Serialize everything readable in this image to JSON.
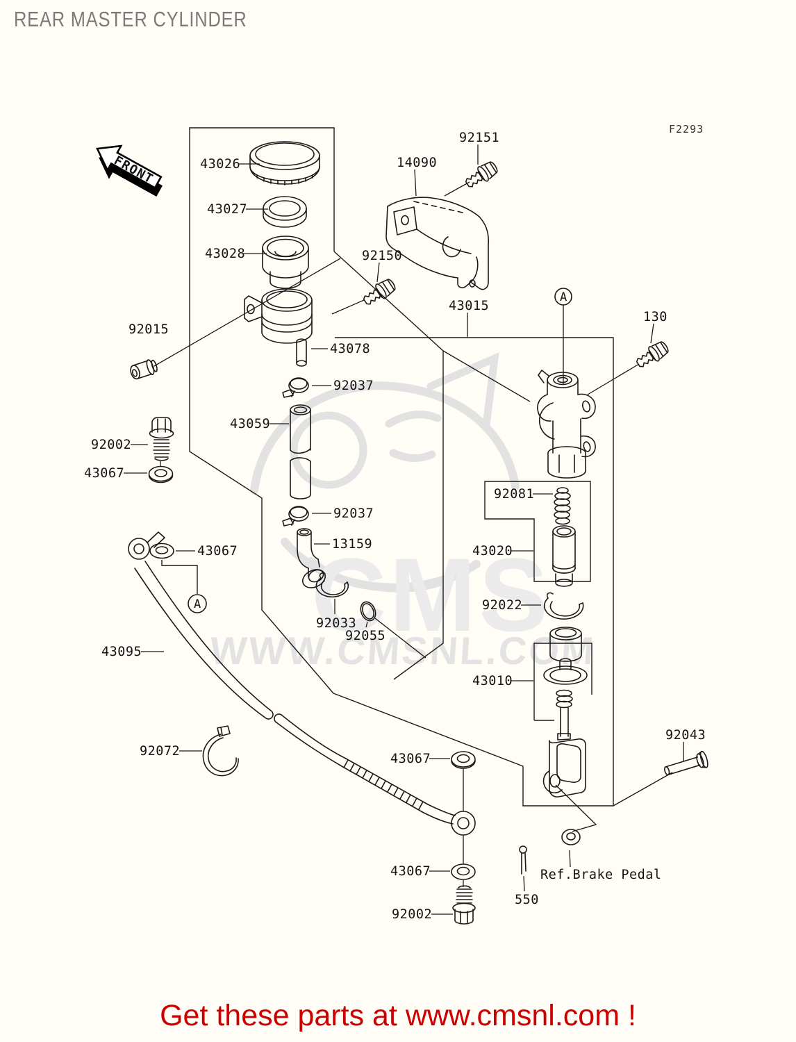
{
  "page": {
    "title": "REAR MASTER CYLINDER",
    "figure_code": "F2293",
    "front_label": "FRONT"
  },
  "watermark": {
    "cms": "CMS",
    "url": "WWW.CMSNL.COM"
  },
  "footer": {
    "text": "Get these parts at www.cmsnl.com !",
    "color": "#cc0000"
  },
  "colors": {
    "accent_red": "#cc0000",
    "title_gray": "#7a7a7a",
    "watermark_gray": "#e3e3e3"
  },
  "detail_markers": [
    {
      "label": "A"
    },
    {
      "label": "A"
    }
  ],
  "parts": [
    {
      "ref": "43026"
    },
    {
      "ref": "43027"
    },
    {
      "ref": "43028"
    },
    {
      "ref": "92151"
    },
    {
      "ref": "14090"
    },
    {
      "ref": "92150"
    },
    {
      "ref": "43015"
    },
    {
      "ref": "130"
    },
    {
      "ref": "92015"
    },
    {
      "ref": "43078"
    },
    {
      "ref": "92037"
    },
    {
      "ref": "43059"
    },
    {
      "ref": "92037"
    },
    {
      "ref": "13159"
    },
    {
      "ref": "92033"
    },
    {
      "ref": "92055"
    },
    {
      "ref": "92002"
    },
    {
      "ref": "43067"
    },
    {
      "ref": "43067"
    },
    {
      "ref": "43095"
    },
    {
      "ref": "92072"
    },
    {
      "ref": "43067"
    },
    {
      "ref": "43067"
    },
    {
      "ref": "92002"
    },
    {
      "ref": "550"
    },
    {
      "ref": "92043"
    },
    {
      "ref": "Ref.Brake Pedal"
    },
    {
      "ref": "92081"
    },
    {
      "ref": "43020"
    },
    {
      "ref": "92022"
    },
    {
      "ref": "43010"
    }
  ]
}
